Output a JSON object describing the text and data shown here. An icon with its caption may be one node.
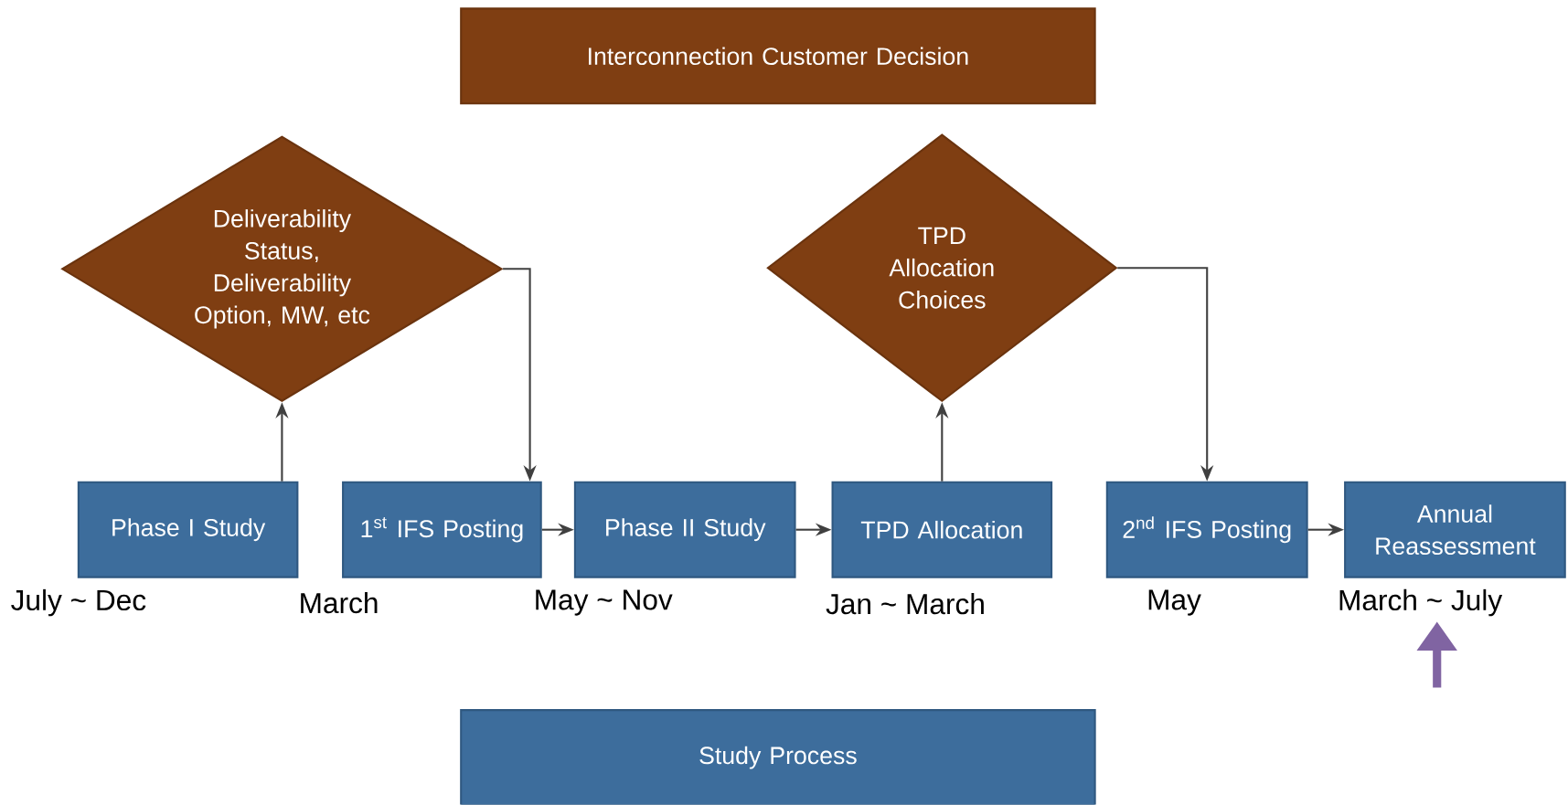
{
  "diagram": {
    "nodes": [
      {
        "text": [
          "Interconnection Customer Decision"
        ]
      },
      {
        "text": [
          "Deliverability Status, Deliverability Option, MW, etc"
        ]
      },
      {
        "text": [
          "TPD Allocation Choices"
        ]
      },
      {
        "text": [
          "Phase I Study"
        ],
        "beside": [
          "July ~ Dec"
        ]
      },
      {
        "text": [
          "1$^{st}$ IFS Posting"
        ],
        "beside": [
          "March"
        ]
      },
      {
        "text": [
          "Phase II Study"
        ],
        "beside": [
          "May ~ Nov"
        ]
      },
      {
        "text": [
          "TPD Allocation"
        ],
        "beside": [
          "Jan ~ March"
        ]
      },
      {
        "text": [
          "2$^{nd}$ IFS Posting"
        ],
        "beside": [
          "May"
        ]
      },
      {
        "text": [
          "Annual Reassessment"
        ],
        "beside": [
          "March ~ July"
        ]
      },
      {
        "text": [
          "Study Process"
        ]
      }
    ],
    "edges": [
      {
        "from": 3,
        "to": 1,
        "arrow": "to"
      },
      {
        "from": 1,
        "to": 4,
        "arrow": "to"
      },
      {
        "from": 4,
        "to": 5,
        "arrow": "to"
      },
      {
        "from": 5,
        "to": 6,
        "arrow": "to"
      },
      {
        "from": 6,
        "to": 2,
        "arrow": "to"
      },
      {
        "from": 2,
        "to": 7,
        "arrow": "to"
      },
      {
        "from": 7,
        "to": 8,
        "arrow": "to"
      },
      {
        "from": null,
        "to": 8,
        "arrow": "to",
        "style": "thick",
        "color": "#8064a2"
      }
    ]
  }
}
